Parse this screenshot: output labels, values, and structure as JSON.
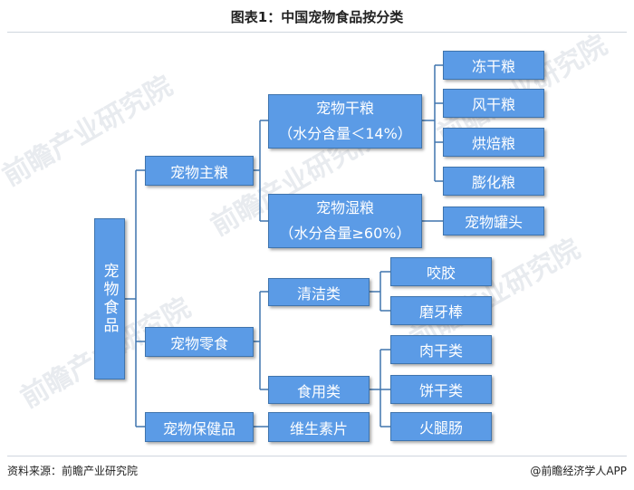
{
  "title": "图表1：中国宠物食品按分类",
  "footer": {
    "source": "资料来源：前瞻产业研究院",
    "brand": "@前瞻经济学人APP"
  },
  "watermark": "前瞻产业研究院",
  "tree": {
    "root": "宠物食品",
    "main_food": {
      "label": "宠物主粮",
      "dry": {
        "line1": "宠物干粮",
        "line2": "（水分含量＜14%）"
      },
      "dry_items": [
        "冻干粮",
        "风干粮",
        "烘焙粮",
        "膨化粮"
      ],
      "wet": {
        "line1": "宠物湿粮",
        "line2": "（水分含量≥60%）"
      },
      "wet_items": [
        "宠物罐头"
      ]
    },
    "snack": {
      "label": "宠物零食",
      "cleaning": "清洁类",
      "cleaning_items": [
        "咬胶",
        "磨牙棒"
      ],
      "edible": "食用类",
      "edible_items": [
        "肉干类",
        "饼干类",
        "火腿肠"
      ]
    },
    "health": {
      "label": "宠物保健品",
      "items": [
        "维生素片"
      ]
    }
  },
  "colors": {
    "node_fill": "#5b9be6",
    "node_border": "#3f74ad",
    "connector": "#3f74ad"
  }
}
